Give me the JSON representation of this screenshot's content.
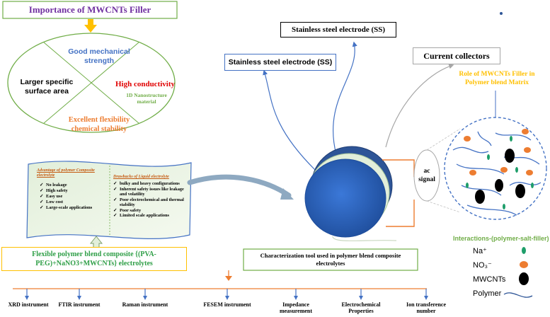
{
  "header": {
    "title": "Importance of MWCNTs  Filler"
  },
  "ellipse": {
    "top": "Good mechanical strength",
    "left": "Larger specific surface area",
    "right_title": "High conductivity",
    "right_sub": "1D Nanostructure material",
    "bottom_1": "Excellent flexibility",
    "bottom_2": "chemical stability"
  },
  "banner": {
    "advantage_title": "Advantage of polymer Composite electrolyte",
    "advantages": [
      "No  leakage",
      "High safety",
      "Easy use",
      "Low cost",
      "Large-scale applications"
    ],
    "drawback_title": "Drawbacks of Liquid electrolyte",
    "drawbacks": [
      "bulky and heavy configurations",
      "Inherent safety issues like leakage and volatility",
      "Poor electrochemical and thermal stability",
      "Poor safety",
      "Limited scale applications"
    ],
    "bullet": "✓"
  },
  "composite_box": {
    "text": "Flexible polymer blend composite {(PVA-PEG)+NaNO3+MWCNTs} electrolytes"
  },
  "electrodes": {
    "top_label": "Stainless steel electrode (SS)",
    "left_label": "Stainless steel electrode (SS)",
    "collectors": "Current collectors",
    "ac_signal": "ac signal"
  },
  "role": {
    "text": "Role of MWCNTs Filler in Polymer blend Matrix"
  },
  "interactions": {
    "title": "Interactions-(polymer-salt-filler)",
    "legend": [
      "Na⁺",
      "NO₃⁻",
      "MWCNTs",
      "Polymer"
    ]
  },
  "characterization": {
    "title": "Characterization tool used in polymer blend composite electrolytes",
    "tools": [
      "XRD instrument",
      "FTIR instrument",
      "Raman instrument",
      "FESEM  instrument",
      "Impedance measurement",
      "Electrochemical Properties",
      "Ion transference number"
    ]
  },
  "colors": {
    "purple": "#7030a0",
    "blue": "#4472c4",
    "red": "#e00000",
    "green": "#70ad47",
    "orange": "#ed7d31",
    "gold": "#ffc000",
    "navy": "#2e5597"
  }
}
